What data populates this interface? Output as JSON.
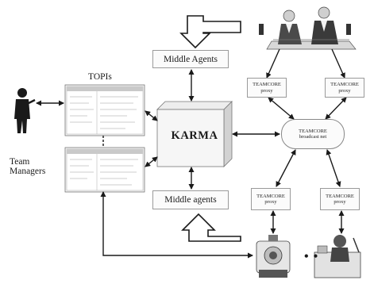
{
  "labels": {
    "tops": "TOPIs",
    "team_managers": "Team\nManagers",
    "karma": "KARMA",
    "middle_agents_top": "Middle Agents",
    "middle_agents_bottom": "Middle agents",
    "proxy_label": "TEAMCORE",
    "proxy_sub": "proxy",
    "broadcast_label": "TEAMCORE",
    "broadcast_sub": "broadcast net",
    "ellipsis": "• •"
  },
  "icons": [
    "person-silhouette-icon",
    "business-people-meeting-icon",
    "robot-agent-icon",
    "office-agent-icon",
    "arrow-in-top-icon",
    "arrow-in-bottom-icon"
  ],
  "colors": {
    "line": "#1a1a1a",
    "box_border": "#9a9a9a",
    "box_fill": "#fbfbfb"
  }
}
